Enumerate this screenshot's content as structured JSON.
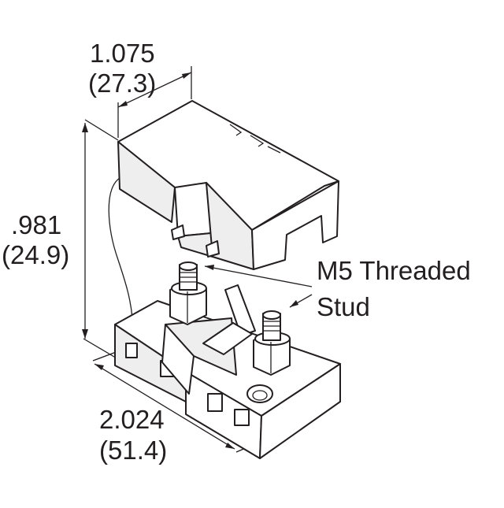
{
  "dimensions": {
    "width": {
      "inches": "1.075",
      "mm": "(27.3)"
    },
    "height": {
      "inches": ".981",
      "mm": "(24.9)"
    },
    "length": {
      "inches": "2.024",
      "mm": "(51.4)"
    }
  },
  "callout": {
    "line1": "M5 Threaded",
    "line2": "Stud"
  }
}
